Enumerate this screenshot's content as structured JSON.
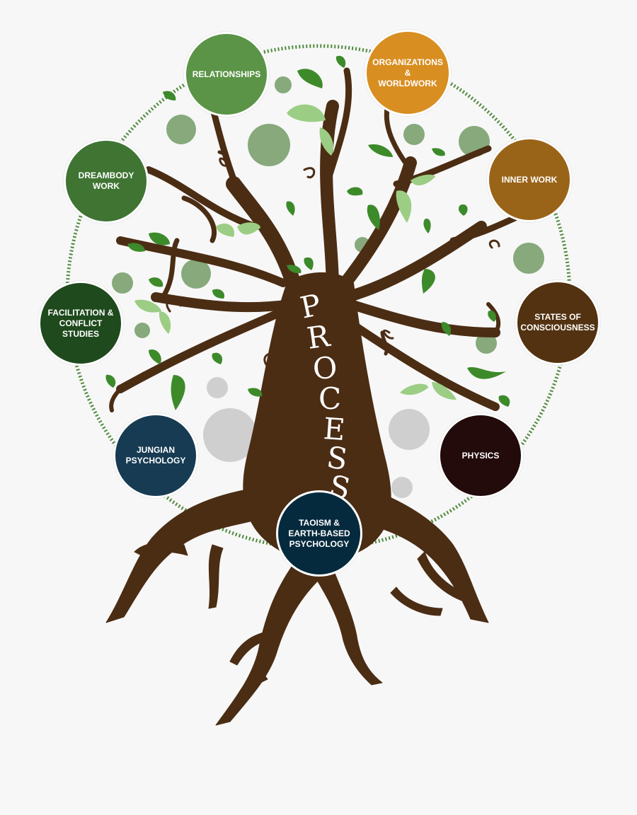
{
  "trunk_word": [
    "P",
    "R",
    "O",
    "C",
    "E",
    "S",
    "S"
  ],
  "nodes": [
    {
      "id": "relationships",
      "label": "RELATIONSHIPS",
      "color": "#5b9447"
    },
    {
      "id": "organizations",
      "label": "ORGANIZATIONS &\nWORLDWORK",
      "color": "#d98e22"
    },
    {
      "id": "dreambody",
      "label": "DREAMBODY\nWORK",
      "color": "#3f7433"
    },
    {
      "id": "inner-work",
      "label": "INNER WORK",
      "color": "#9a6418"
    },
    {
      "id": "facilitation",
      "label": "FACILITATION &\nCONFLICT\nSTUDIES",
      "color": "#1f4a1d"
    },
    {
      "id": "states",
      "label": "STATES OF\nCONSCIOUSNESS",
      "color": "#533211"
    },
    {
      "id": "jungian",
      "label": "JUNGIAN\nPSYCHOLOGY",
      "color": "#173b52"
    },
    {
      "id": "physics",
      "label": "PHYSICS",
      "color": "#230b0b"
    },
    {
      "id": "taoism",
      "label": "TAOISM &\nEARTH-BASED\nPSYCHOLOGY",
      "color": "#062a3d"
    }
  ],
  "colors": {
    "trunk": "#4b2d14",
    "leaf_dark": "#3d8a2b",
    "leaf_light": "#9ccd84",
    "dot_green": "#87a97c",
    "dot_grey": "#cfcfcf",
    "ring": "#4f8a3c"
  }
}
